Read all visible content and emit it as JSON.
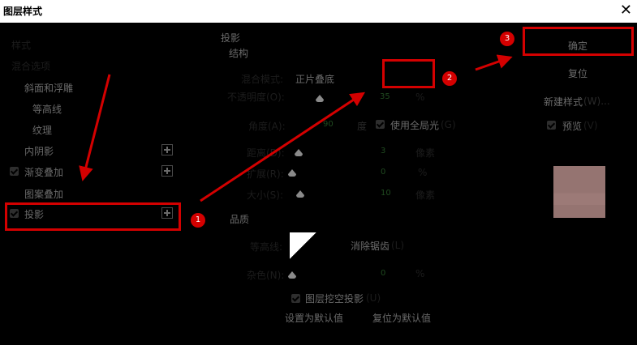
{
  "window": {
    "title": "图层样式",
    "close_icon": "✕"
  },
  "sidebar": {
    "items": [
      {
        "label": "样式"
      },
      {
        "label": "混合选项"
      },
      {
        "label": "斜面和浮雕"
      },
      {
        "label": "等高线"
      },
      {
        "label": "纹理"
      },
      {
        "label": "内阴影"
      },
      {
        "label": "渐变叠加",
        "checked": true
      },
      {
        "label": "图案叠加"
      },
      {
        "label": "投影",
        "checked": true
      }
    ]
  },
  "panel": {
    "section_title": "投影",
    "structure_label": "结构",
    "blend_mode_label": "混合模式:",
    "blend_mode_value": "正片叠底",
    "opacity_label": "不透明度(O):",
    "opacity_value": "35",
    "opacity_unit": "%",
    "angle_label": "角度(A):",
    "angle_value": "90",
    "angle_unit": "度",
    "global_light_label": "使用全局光",
    "global_light_key": "(G)",
    "distance_label": "距离(D):",
    "distance_value": "3",
    "distance_unit": "像素",
    "spread_label": "扩展(R):",
    "spread_value": "0",
    "spread_unit": "%",
    "size_label": "大小(S):",
    "size_value": "10",
    "size_unit": "像素",
    "quality_label": "品质",
    "contour_label": "等高线:",
    "antialias_label": "消除锯齿",
    "antialias_key": "(L)",
    "noise_label": "杂色(N):",
    "noise_value": "0",
    "noise_unit": "%",
    "knockout_label": "图层挖空投影",
    "knockout_key": "(U)",
    "set_default_label": "设置为默认值",
    "reset_default_label": "复位为默认值"
  },
  "actions": {
    "ok_label": "确定",
    "reset_label": "复位",
    "new_style_label": "新建样式",
    "new_style_key": "(W)...",
    "preview_label": "预览",
    "preview_key": "(V)",
    "preview_color": "#957471"
  },
  "annotations": {
    "badges": [
      "1",
      "2",
      "3"
    ],
    "color": "#d40000"
  }
}
